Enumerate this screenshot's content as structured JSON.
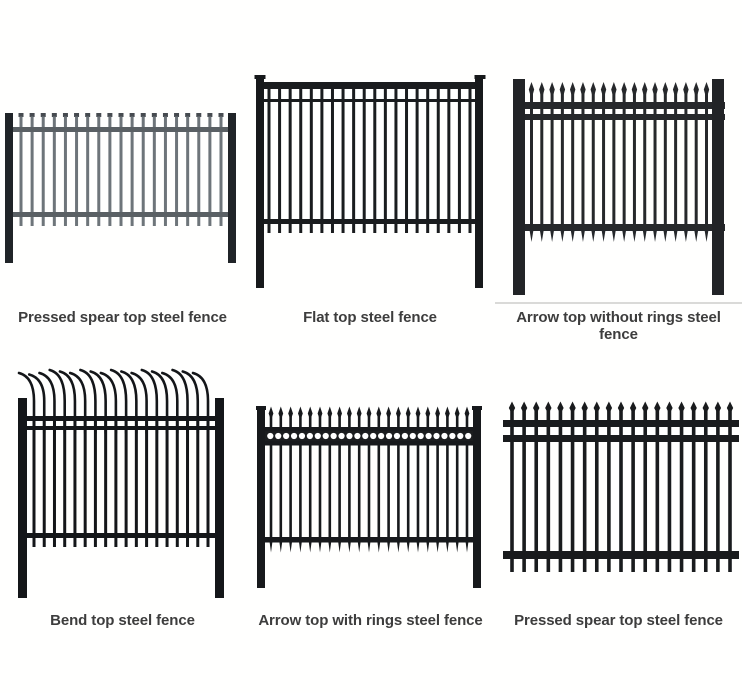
{
  "page": {
    "background_color": "#fffffe",
    "caption_color": "#3d3d3d"
  },
  "fences": [
    {
      "id": "pressed-spear-top-fence",
      "label": "Pressed spear top steel fence",
      "style": "pressed-spear",
      "picket_count": 19,
      "picket_color": "#6e757a",
      "tip_color": "#464b50",
      "rail_color": "#5a6064",
      "post_color": "#202428"
    },
    {
      "id": "flat-top-fence",
      "label": "Flat top steel fence",
      "style": "flat",
      "picket_count": 20,
      "metal_color": "#1a1c1e",
      "post_color": "#17191b"
    },
    {
      "id": "arrow-top-without-rings-fence",
      "label": "Arrow top without rings steel fence",
      "style": "arrow",
      "picket_count": 18,
      "metal_color": "#26282b",
      "post_color": "#222427",
      "ground_line_color": "#dadad8"
    },
    {
      "id": "bend-top-fence",
      "label": "Bend top steel fence",
      "style": "bend",
      "picket_count": 18,
      "metal_color": "#141619"
    },
    {
      "id": "arrow-top-with-rings-fence",
      "label": "Arrow top with rings steel fence",
      "style": "arrow-rings",
      "picket_count": 21,
      "ring_count": 26,
      "metal_color": "#17191c",
      "band_color": "#1b1d1f",
      "ring_color": "#ffffff"
    },
    {
      "id": "pressed-spear-top-fence-2",
      "label": "Pressed spear top steel fence",
      "style": "pressed-spear-flush",
      "picket_count": 19,
      "metal_color": "#191b1d"
    }
  ]
}
